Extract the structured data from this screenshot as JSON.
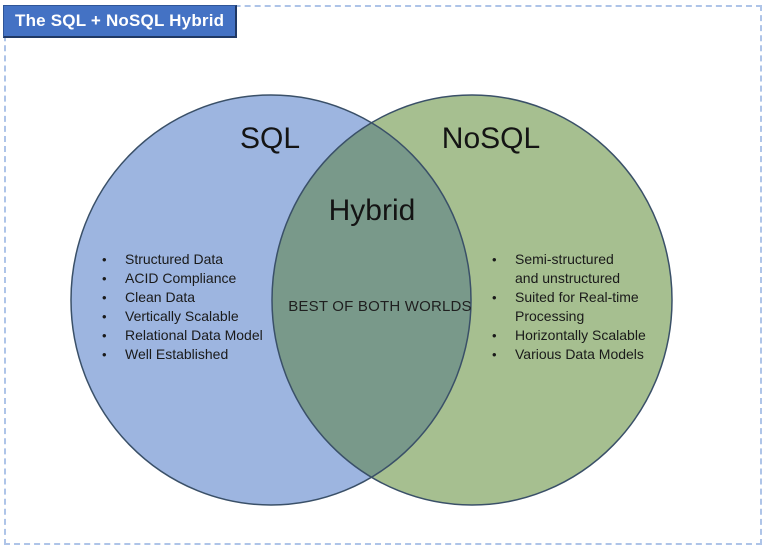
{
  "title": {
    "text": "The SQL + NoSQL Hybrid"
  },
  "venn": {
    "bullet_glyph": "•",
    "left": {
      "label": "SQL",
      "items": [
        "Structured Data",
        "ACID Compliance",
        "Clean Data",
        "Vertically Scalable",
        "Relational Data Model",
        "Well Established"
      ]
    },
    "right": {
      "label": "NoSQL",
      "items": [
        "Semi-structured\nand unstructured",
        "Suited for Real-time\nProcessing",
        "Horizontally Scalable",
        "Various Data Models"
      ]
    },
    "center": {
      "label": "Hybrid",
      "caption": "BEST OF BOTH WORLDS"
    }
  },
  "colors": {
    "title_bg": "#4472c4",
    "title_border": "#1f3864",
    "title_text": "#ffffff",
    "frame_dash": "#aec4e8",
    "sql_fill": "#9db5e0",
    "nosql_fill": "#a6bf90",
    "hybrid_fill": "#79998a",
    "circle_stroke": "#3a5068",
    "text_dark": "#1a1a1a"
  }
}
